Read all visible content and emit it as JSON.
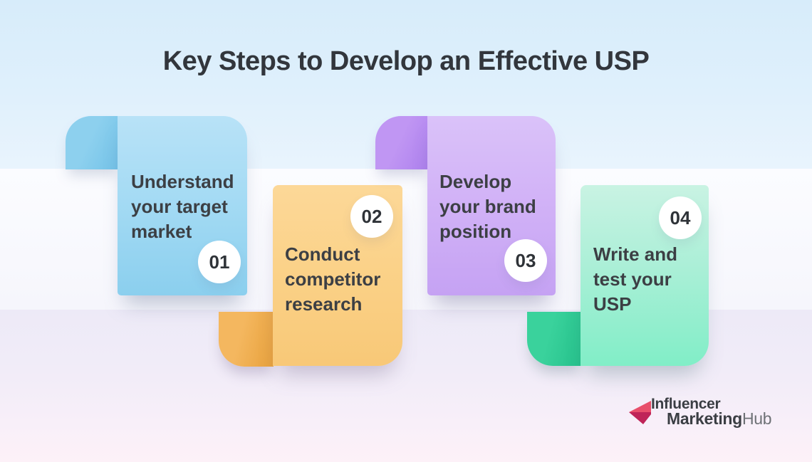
{
  "title": "Key Steps to Develop an Effective USP",
  "steps": [
    {
      "number": "01",
      "label": "Understand your target market",
      "lines": [
        "Understand",
        "your target",
        "market"
      ],
      "accent": "#7ec9ec",
      "curl_position": "top-left",
      "badge_position": "bottom-right"
    },
    {
      "number": "02",
      "label": "Conduct competitor research",
      "lines": [
        "Conduct",
        "competitor",
        "research"
      ],
      "accent": "#f5bc66",
      "curl_position": "bottom-left",
      "badge_position": "top-right"
    },
    {
      "number": "03",
      "label": "Develop your brand position",
      "lines": [
        "Develop",
        "your brand",
        "position"
      ],
      "accent": "#c8a3f4",
      "curl_position": "top-left",
      "badge_position": "bottom-right"
    },
    {
      "number": "04",
      "label": "Write and test your USP",
      "lines": [
        "Write and",
        "test your",
        "USP"
      ],
      "accent": "#52dcab",
      "curl_position": "bottom-left",
      "badge_position": "top-right"
    }
  ],
  "logo": {
    "line1": "Influencer",
    "line2_bold": "Marketing",
    "line2_light": "Hub",
    "icon": "left-arrow-logo-icon",
    "pink_light": "#e84f6b",
    "pink_dark": "#bf2458"
  },
  "colors": {
    "background_top": "#d9edfa",
    "background_band": "#fafbfe",
    "background_bottom": "#edebf8",
    "background_bottom_pink": "#fdf1f8",
    "title_text": "#32363c",
    "card_text": "#3c3f44",
    "badge_bg": "#ffffff"
  }
}
